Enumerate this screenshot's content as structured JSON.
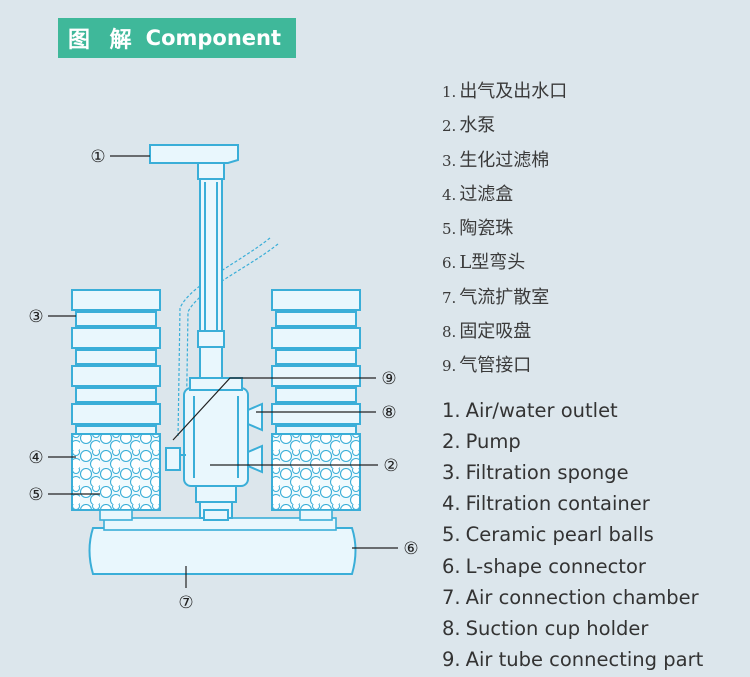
{
  "header": {
    "title_cn": "图 解",
    "title_en": "Component"
  },
  "callouts": [
    "①",
    "②",
    "③",
    "④",
    "⑤",
    "⑥",
    "⑦",
    "⑧",
    "⑨"
  ],
  "parts_cn": [
    {
      "num": "1.",
      "label": "出气及出水口"
    },
    {
      "num": "2.",
      "label": "水泵"
    },
    {
      "num": "3.",
      "label": "生化过滤棉"
    },
    {
      "num": "4.",
      "label": "过滤盒"
    },
    {
      "num": "5.",
      "label": "陶瓷珠"
    },
    {
      "num": "6.",
      "label": "L型弯头"
    },
    {
      "num": "7.",
      "label": "气流扩散室"
    },
    {
      "num": "8.",
      "label": "固定吸盘"
    },
    {
      "num": "9.",
      "label": "气管接口"
    }
  ],
  "parts_en": [
    {
      "num": "1.",
      "label": "Air/water outlet"
    },
    {
      "num": "2.",
      "label": "Pump"
    },
    {
      "num": "3.",
      "label": "Filtration sponge"
    },
    {
      "num": "4.",
      "label": "Filtration container"
    },
    {
      "num": "5.",
      "label": "Ceramic pearl balls"
    },
    {
      "num": "6.",
      "label": "L-shape connector"
    },
    {
      "num": "7.",
      "label": "Air connection chamber"
    },
    {
      "num": "8.",
      "label": "Suction cup holder"
    },
    {
      "num": "9.",
      "label": "Air tube connecting part"
    }
  ],
  "colors": {
    "accent": "#3fb89a",
    "line": "#3aaed8",
    "fill": "#e9f7fd",
    "background": "#dce6ec"
  }
}
